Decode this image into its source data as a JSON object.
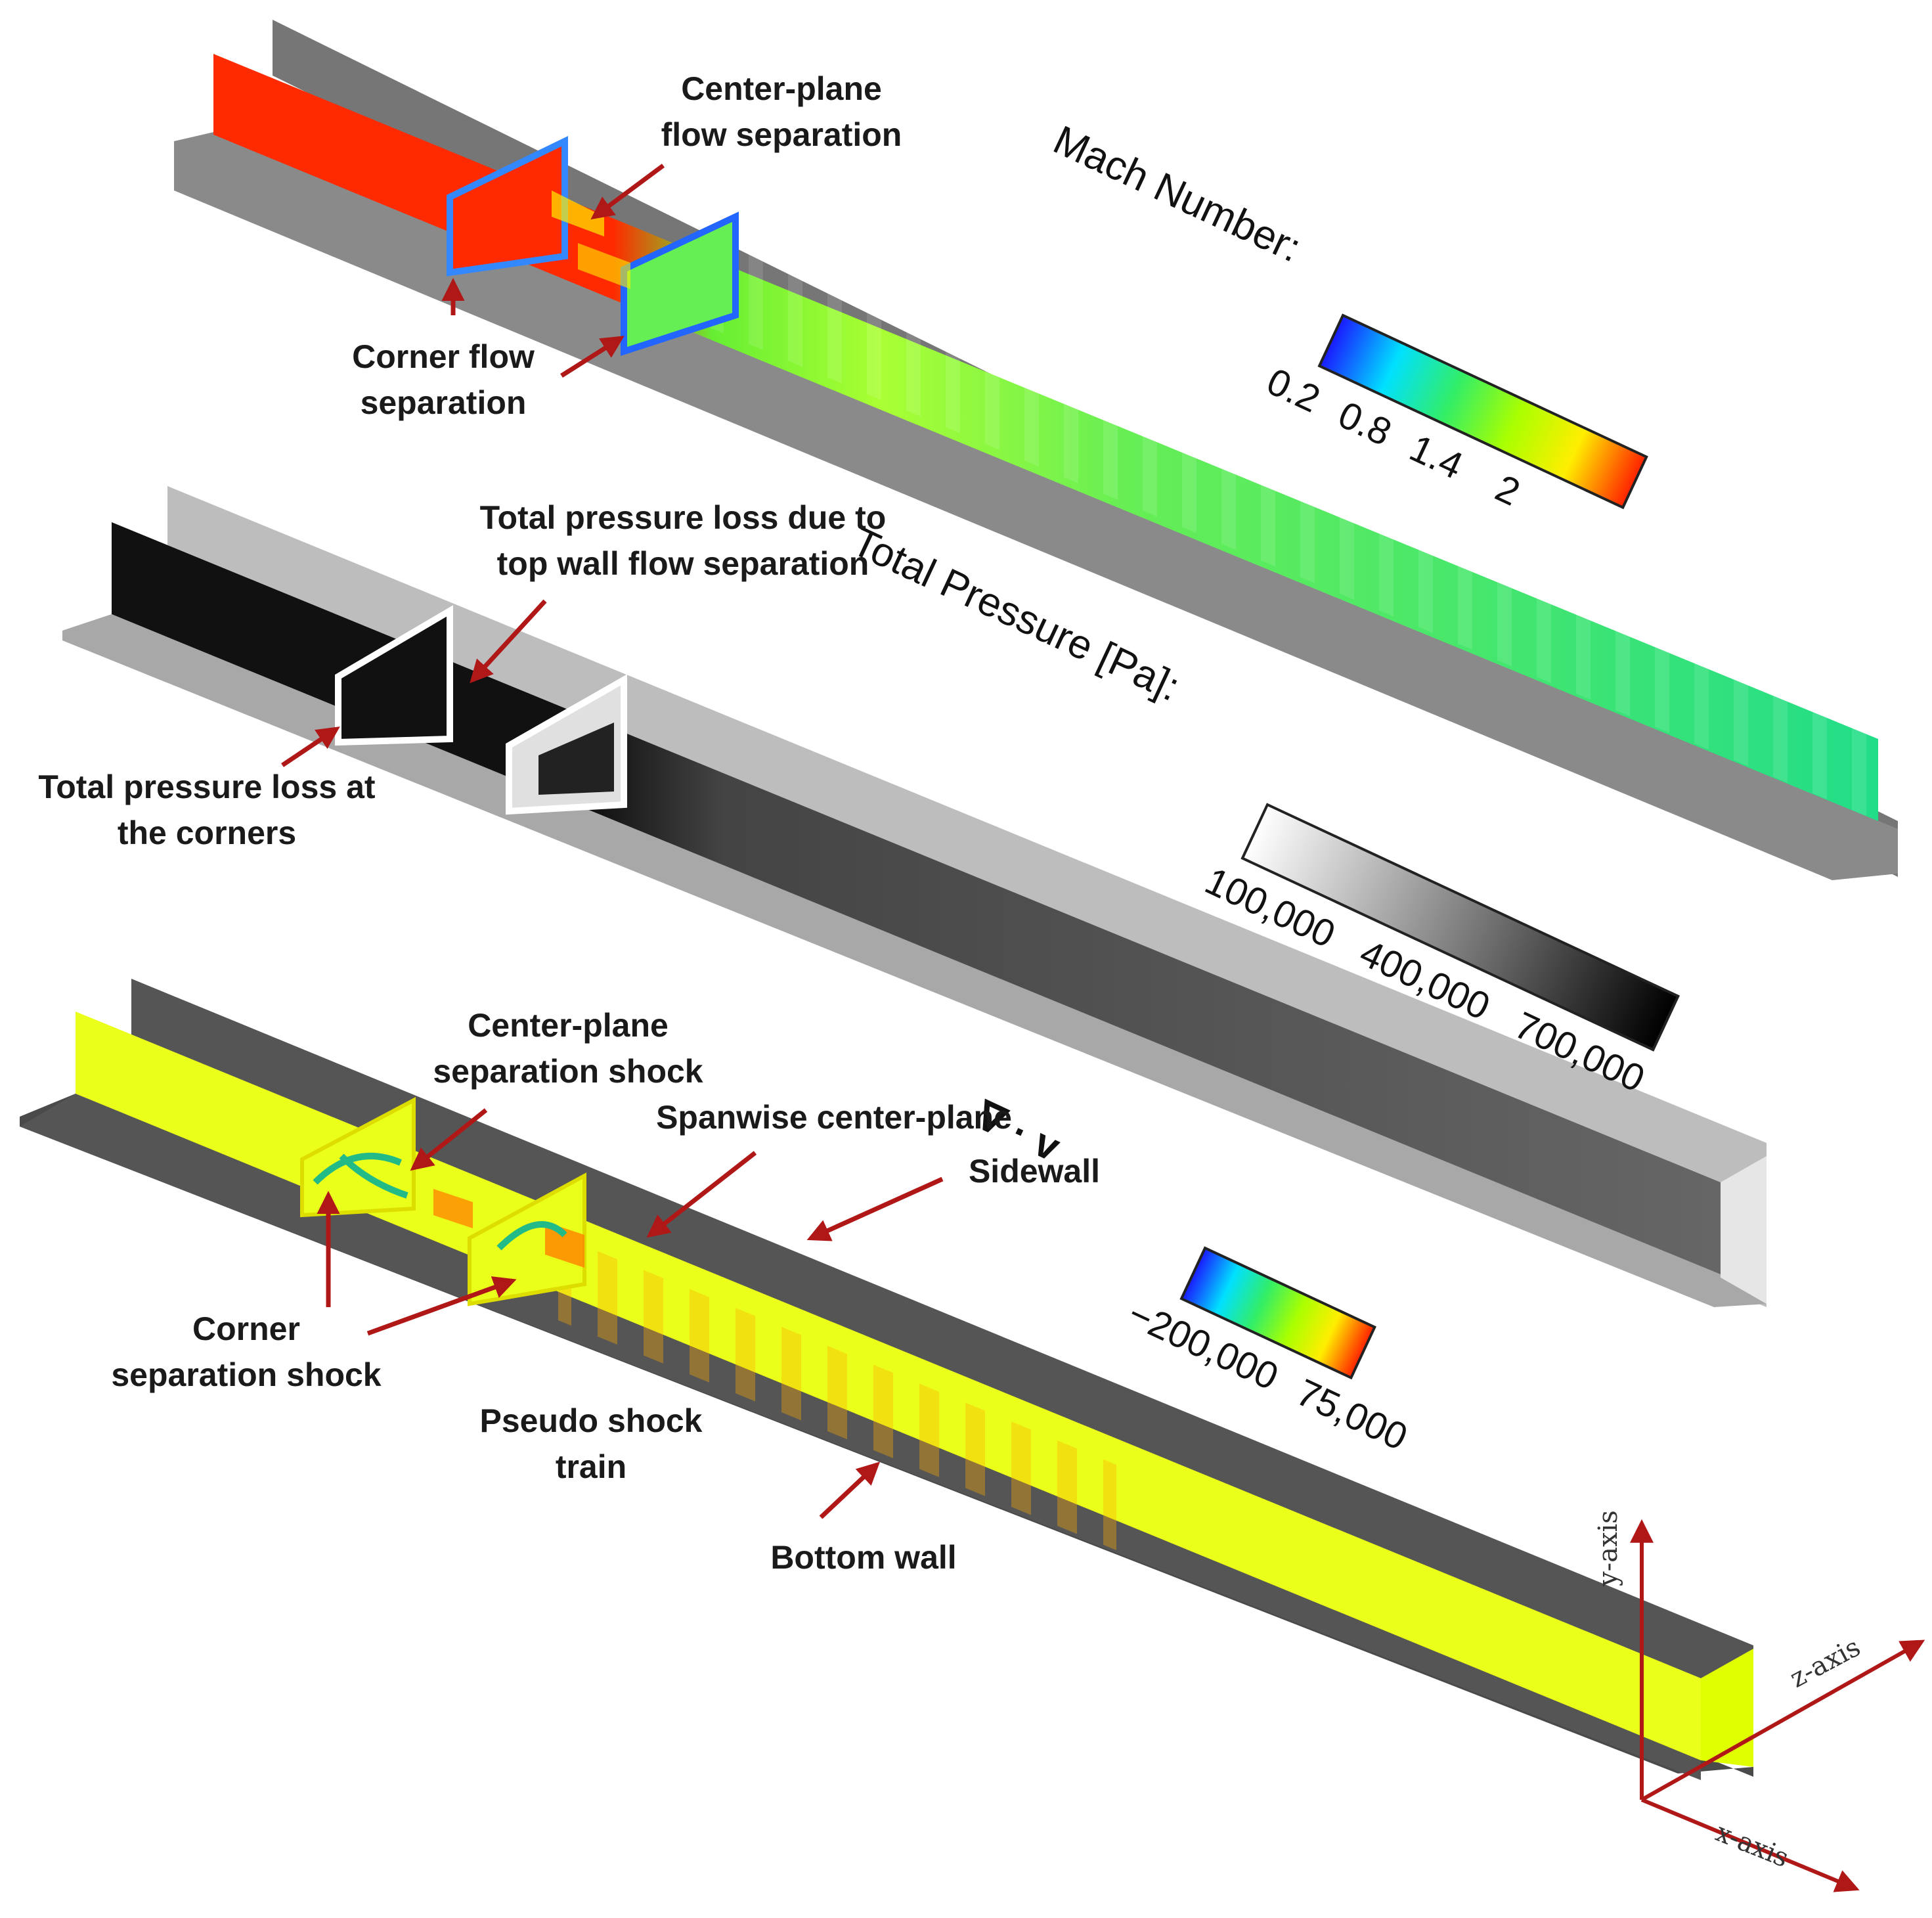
{
  "panels": {
    "mach": {
      "colorbar_title": "Mach Number:",
      "ticks": [
        "0.2",
        "0.8",
        "1.4",
        "2"
      ],
      "colors": [
        "#1a1aff",
        "#00e0ff",
        "#33ee66",
        "#aaff00",
        "#ffee00",
        "#ff2200"
      ],
      "annotations": {
        "center_plane": [
          "Center-plane",
          "flow separation"
        ],
        "corner": [
          "Corner flow",
          "separation"
        ]
      }
    },
    "pressure": {
      "colorbar_title": "Total Pressure [Pa]:",
      "ticks": [
        "100,000",
        "400,000",
        "700,000"
      ],
      "colors": [
        "#ffffff",
        "#000000"
      ],
      "annotations": {
        "top_wall": [
          "Total pressure loss due to",
          "top wall flow separation"
        ],
        "corners": [
          "Total pressure loss at",
          "the corners"
        ]
      }
    },
    "divergence": {
      "colorbar_title": "∇ · v",
      "ticks": [
        "−200,000",
        "75,000"
      ],
      "colors": [
        "#1a1aff",
        "#00e0ff",
        "#33ee66",
        "#aaff00",
        "#ffee00",
        "#ff2200"
      ],
      "annotations": {
        "center_shock": [
          "Center-plane",
          "separation shock"
        ],
        "spanwise": "Spanwise center-plane",
        "sidewall": "Sidewall",
        "corner_shock": [
          "Corner",
          "separation shock"
        ],
        "shock_train": [
          "Pseudo shock",
          "train"
        ],
        "bottom_wall": "Bottom wall"
      }
    }
  },
  "axes": {
    "x": "x-axis",
    "y": "y-axis",
    "z": "z-axis",
    "color": "#b01818"
  },
  "arrow_color": "#b01818"
}
